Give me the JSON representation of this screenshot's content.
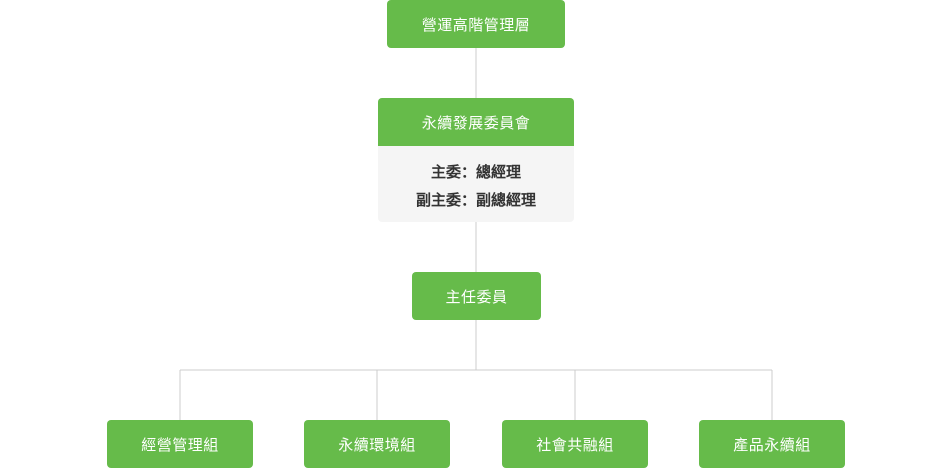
{
  "colors": {
    "node_green": "#66bb4a",
    "connector": "#cccccc",
    "panel_bg": "#f5f5f5",
    "panel_text": "#333333"
  },
  "top": {
    "label": "營運高階管理層"
  },
  "committee": {
    "title": "永續發展委員會",
    "chair": "主委：總經理",
    "vice_chair": "副主委：副總經理"
  },
  "chief": {
    "label": "主任委員"
  },
  "groups": [
    {
      "label": "經營管理組"
    },
    {
      "label": "永續環境組"
    },
    {
      "label": "社會共融組"
    },
    {
      "label": "產品永續組"
    }
  ]
}
